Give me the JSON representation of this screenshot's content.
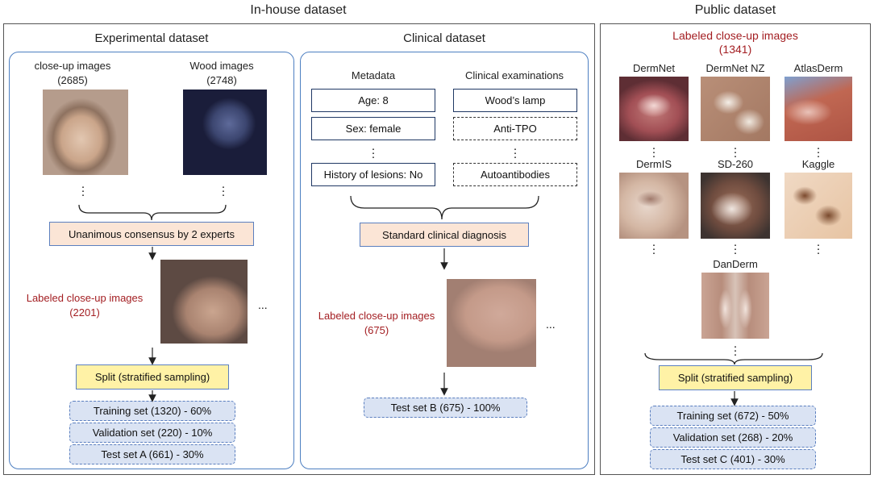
{
  "headings": {
    "inhouse": "In-house dataset",
    "public": "Public dataset",
    "experimental": "Experimental dataset",
    "clinical": "Clinical dataset"
  },
  "experimental": {
    "closeup_label": "close-up images",
    "closeup_count": "(2685)",
    "wood_label": "Wood images",
    "wood_count": "(2748)",
    "consensus": "Unanimous consensus by 2 experts",
    "labeled_label": "Labeled close-up images",
    "labeled_count": "(2201)",
    "ellipsis": "...",
    "split": "Split (stratified sampling)",
    "sets": [
      "Training set (1320) - 60%",
      "Validation set (220) - 10%",
      "Test set A (661) - 30%"
    ]
  },
  "clinical": {
    "metadata_title": "Metadata",
    "exams_title": "Clinical examinations",
    "metadata": [
      "Age: 8",
      "Sex: female",
      "History of lesions: No"
    ],
    "exams": [
      "Wood’s lamp",
      "Anti-TPO",
      "Autoantibodies"
    ],
    "diagnosis": "Standard clinical diagnosis",
    "labeled_label": "Labeled close-up images",
    "labeled_count": "(675)",
    "ellipsis": "...",
    "test_set": "Test set B (675) - 100%"
  },
  "public": {
    "labeled_label": "Labeled close-up images",
    "labeled_count": "(1341)",
    "sources": [
      "DermNet",
      "DermNet NZ",
      "AtlasDerm",
      "DermIS",
      "SD-260",
      "Kaggle",
      "DanDerm"
    ],
    "split": "Split (stratified sampling)",
    "sets": [
      "Training set (672) - 50%",
      "Validation set (268) - 20%",
      "Test set C (401) - 30%"
    ]
  },
  "colors": {
    "accent_red": "#a31e22",
    "panel_border": "#4d7fc1",
    "consensus_fill": "#fbe5d6",
    "split_fill": "#fff2a6",
    "set_fill": "#dae3f3"
  }
}
